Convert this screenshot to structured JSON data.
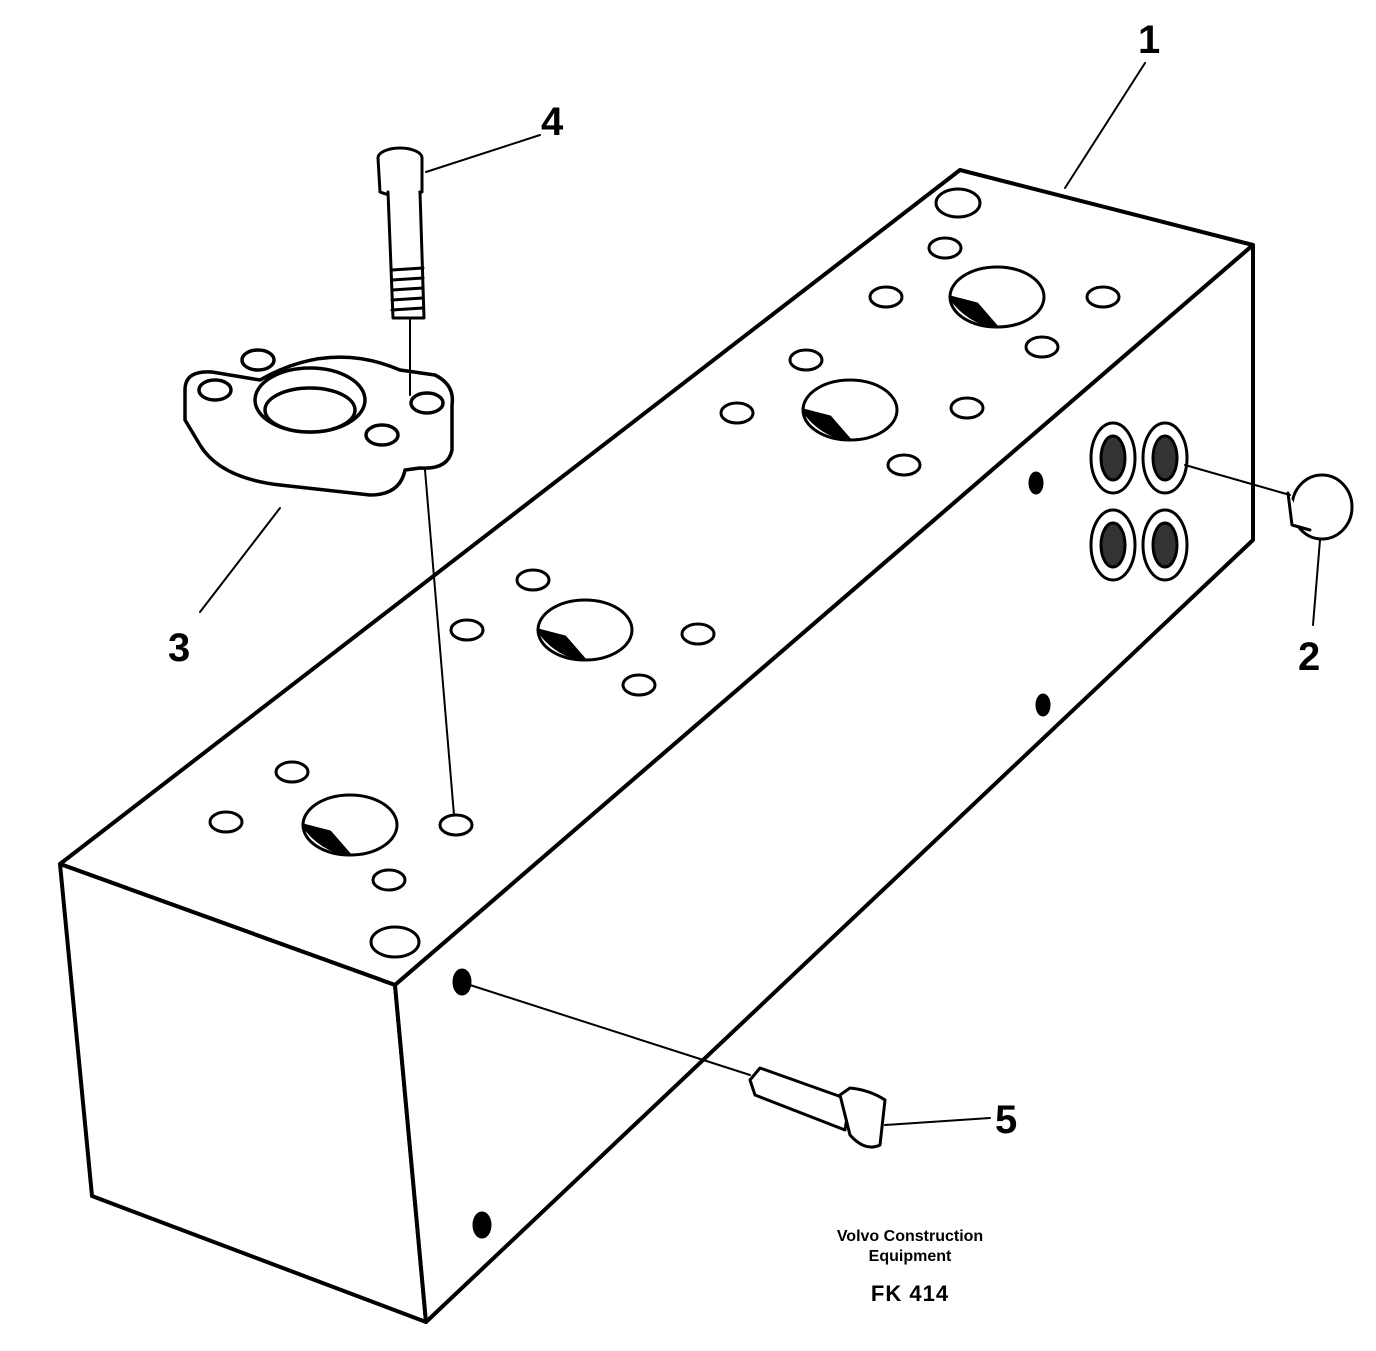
{
  "diagram": {
    "callouts": [
      {
        "id": "1",
        "label": "1"
      },
      {
        "id": "2",
        "label": "2"
      },
      {
        "id": "3",
        "label": "3"
      },
      {
        "id": "4",
        "label": "4"
      },
      {
        "id": "5",
        "label": "5"
      }
    ],
    "caption": {
      "line1": "Volvo Construction",
      "line2": "Equipment",
      "code": "FK 414"
    }
  }
}
